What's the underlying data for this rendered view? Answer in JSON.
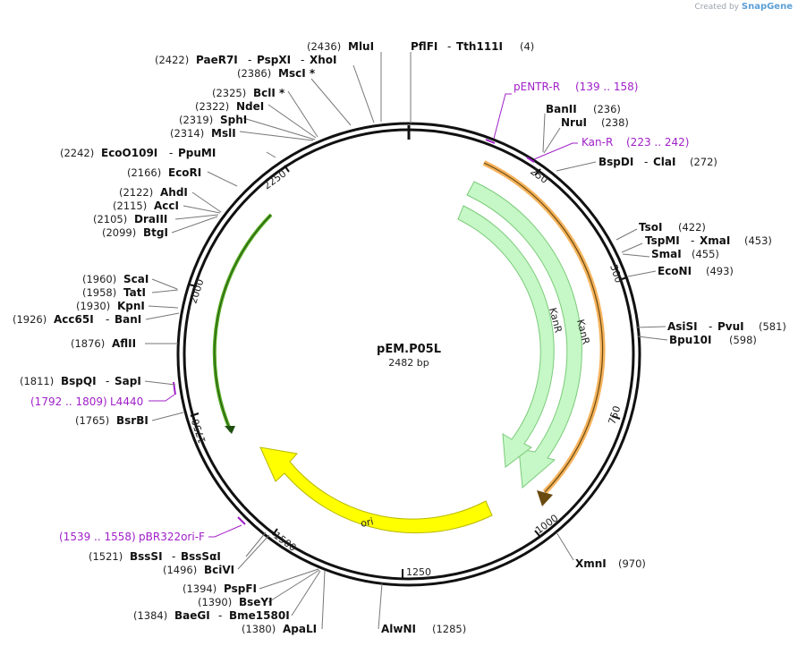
{
  "branding": {
    "created_by": "Created by",
    "app": "SnapGene"
  },
  "plasmid": {
    "name": "pEM.P05L",
    "length_label": "2482 bp"
  },
  "ticks": [
    "250",
    "500",
    "750",
    "1000",
    "1250",
    "1500",
    "1750",
    "2000",
    "2250"
  ],
  "features": [
    {
      "name": "KanR",
      "type": "arrow",
      "color": "#c6f7c6",
      "outline": "#7acb7a"
    },
    {
      "name": "KanR",
      "type": "arrow",
      "color": "#c6f7c6",
      "outline": "#7acb7a"
    },
    {
      "name": "ori",
      "type": "arrow",
      "color": "#ffff00",
      "outline": "#b8b800"
    },
    {
      "name": "",
      "type": "arc",
      "color": "#f5b35c"
    },
    {
      "name": "",
      "type": "arc",
      "color": "#55aa22"
    }
  ],
  "primers": [
    {
      "name": "pENTR-R",
      "range": "(139 .. 158)"
    },
    {
      "name": "Kan-R",
      "range": "(223 .. 242)"
    },
    {
      "name": "L4440",
      "range": "(1792 .. 1809)"
    },
    {
      "name": "pBR322ori-F",
      "range": "(1539 .. 1558)"
    }
  ],
  "sites": [
    {
      "pos": "(2436)",
      "enz": "MluI"
    },
    {
      "pos": "(4)",
      "enz": "PflFI",
      "alt": "Tth111I"
    },
    {
      "pos": "(2422)",
      "enz": "PaeR7I",
      "alt": "PspXI",
      "alt2": "XhoI"
    },
    {
      "pos": "(2386)",
      "enz": "MscI *"
    },
    {
      "pos": "(2325)",
      "enz": "BclI *"
    },
    {
      "pos": "(2322)",
      "enz": "NdeI"
    },
    {
      "pos": "(2319)",
      "enz": "SphI"
    },
    {
      "pos": "(2314)",
      "enz": "MslI"
    },
    {
      "pos": "(2242)",
      "enz": "EcoO109I",
      "alt": "PpuMI"
    },
    {
      "pos": "(2166)",
      "enz": "EcoRI"
    },
    {
      "pos": "(2122)",
      "enz": "AhdI"
    },
    {
      "pos": "(2115)",
      "enz": "AccI"
    },
    {
      "pos": "(2105)",
      "enz": "DraIII"
    },
    {
      "pos": "(2099)",
      "enz": "BtgI"
    },
    {
      "pos": "(1960)",
      "enz": "ScaI"
    },
    {
      "pos": "(1958)",
      "enz": "TatI"
    },
    {
      "pos": "(1930)",
      "enz": "KpnI"
    },
    {
      "pos": "(1926)",
      "enz": "Acc65I",
      "alt": "BanI"
    },
    {
      "pos": "(1876)",
      "enz": "AflII"
    },
    {
      "pos": "(1811)",
      "enz": "BspQI",
      "alt": "SapI"
    },
    {
      "pos": "(1765)",
      "enz": "BsrBI"
    },
    {
      "pos": "(1521)",
      "enz": "BssSI",
      "alt": "BssSαI"
    },
    {
      "pos": "(1496)",
      "enz": "BciVI"
    },
    {
      "pos": "(1394)",
      "enz": "PspFI"
    },
    {
      "pos": "(1390)",
      "enz": "BseYI"
    },
    {
      "pos": "(1384)",
      "enz": "BaeGI",
      "alt": "Bme1580I"
    },
    {
      "pos": "(1380)",
      "enz": "ApaLI"
    },
    {
      "pos": "(1285)",
      "enz": "AlwNI"
    },
    {
      "pos": "(236)",
      "enz": "BanII"
    },
    {
      "pos": "(238)",
      "enz": "NruI"
    },
    {
      "pos": "(272)",
      "enz": "BspDI",
      "alt": "ClaI"
    },
    {
      "pos": "(422)",
      "enz": "TsoI"
    },
    {
      "pos": "(453)",
      "enz": "TspMI",
      "alt": "XmaI"
    },
    {
      "pos": "(455)",
      "enz": "SmaI"
    },
    {
      "pos": "(493)",
      "enz": "EcoNI"
    },
    {
      "pos": "(581)",
      "enz": "AsiSI",
      "alt": "PvuI"
    },
    {
      "pos": "(598)",
      "enz": "Bpu10I"
    },
    {
      "pos": "(970)",
      "enz": "XmnI"
    }
  ]
}
